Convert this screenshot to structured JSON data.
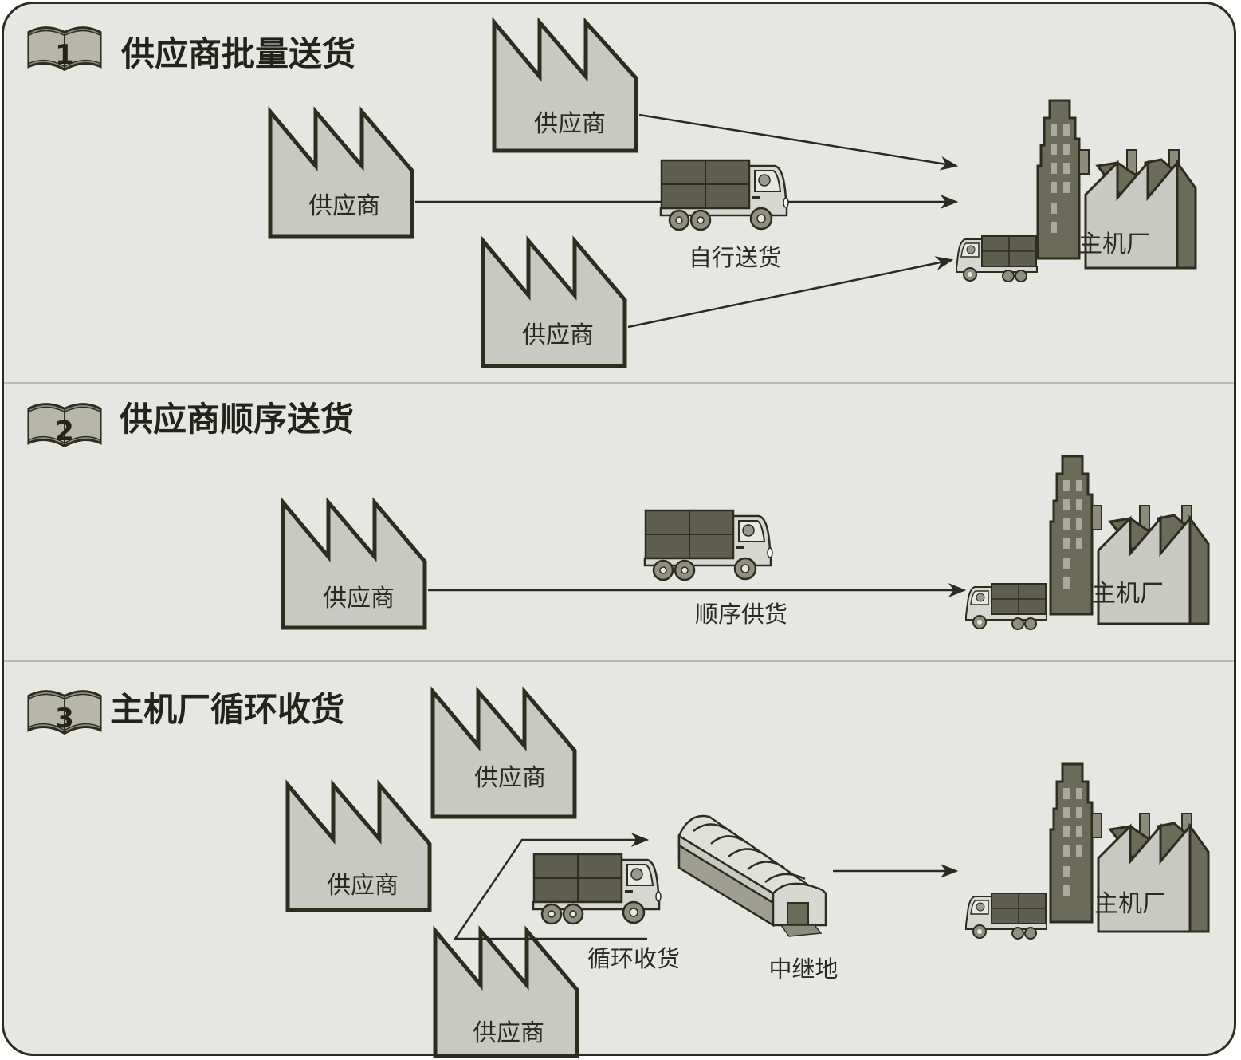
{
  "sections": [
    {
      "number": "1",
      "title": "供应商批量送货",
      "suppliers": [
        "供应商",
        "供应商",
        "供应商"
      ],
      "route_label": "自行送货",
      "destination": "主机厂"
    },
    {
      "number": "2",
      "title": "供应商顺序送货",
      "suppliers": [
        "供应商"
      ],
      "route_label": "顺序供货",
      "destination": "主机厂"
    },
    {
      "number": "3",
      "title": "主机厂循环收货",
      "suppliers": [
        "供应商",
        "供应商",
        "供应商"
      ],
      "route_label": "循环收货",
      "hub_label": "中继地",
      "destination": "主机厂"
    }
  ],
  "colors": {
    "background": "#e6e7e3",
    "outline": "#2e2c1f",
    "factory_fill": "#c9c9c4",
    "building_dark": "#6b6b5a",
    "window": "#a9a99c",
    "cargo": "#5f5f50"
  }
}
